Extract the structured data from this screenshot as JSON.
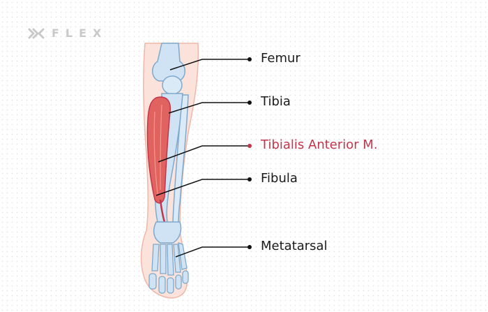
{
  "brand": {
    "name": "FLEX",
    "icon": "double-chevron-logo-icon"
  },
  "labels": [
    {
      "id": "femur",
      "text": "Femur",
      "highlight": false
    },
    {
      "id": "tibia",
      "text": "Tibia",
      "highlight": false
    },
    {
      "id": "tibialis-anterior",
      "text": "Tibialis Anterior M.",
      "highlight": true
    },
    {
      "id": "fibula",
      "text": "Fibula",
      "highlight": false
    },
    {
      "id": "metatarsal",
      "text": "Metatarsal",
      "highlight": false
    }
  ],
  "colors": {
    "bone": "#cfe3f4",
    "bone_outline": "#7ea9cc",
    "skin": "#fbe3dc",
    "skin_outline": "#efb7a7",
    "muscle": "#e0635f",
    "muscle_dark": "#c2354a",
    "highlight_label": "#c2354a",
    "leader_line": "#111111"
  }
}
